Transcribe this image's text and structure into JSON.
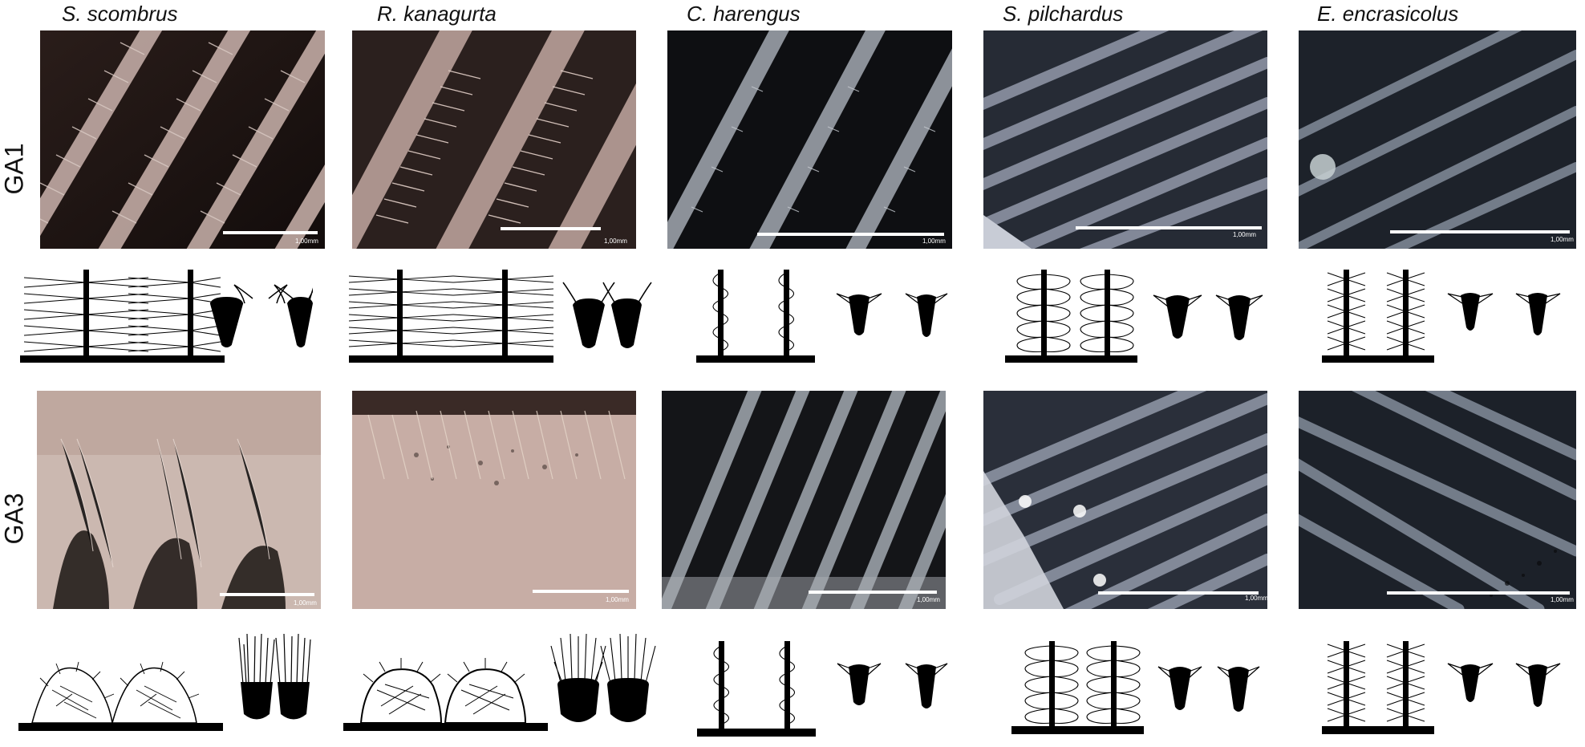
{
  "figure": {
    "species": [
      {
        "key": "s1",
        "name": "S. scombrus"
      },
      {
        "key": "s2",
        "name": "R. kanagurta"
      },
      {
        "key": "s3",
        "name": "C. harengus"
      },
      {
        "key": "s4",
        "name": "S. pilchardus"
      },
      {
        "key": "s5",
        "name": "E. encrasicolus"
      }
    ],
    "rows": [
      {
        "key": "ga1",
        "label": "GA1"
      },
      {
        "key": "ga3",
        "label": "GA3"
      }
    ],
    "scale_bar_label": "1,00mm",
    "photo_tints": {
      "s1": "#b9a39d",
      "s2": "#b9a09a",
      "s3": "#9aa0a8",
      "s4": "#8c93a3",
      "s5": "#7d8694"
    }
  }
}
